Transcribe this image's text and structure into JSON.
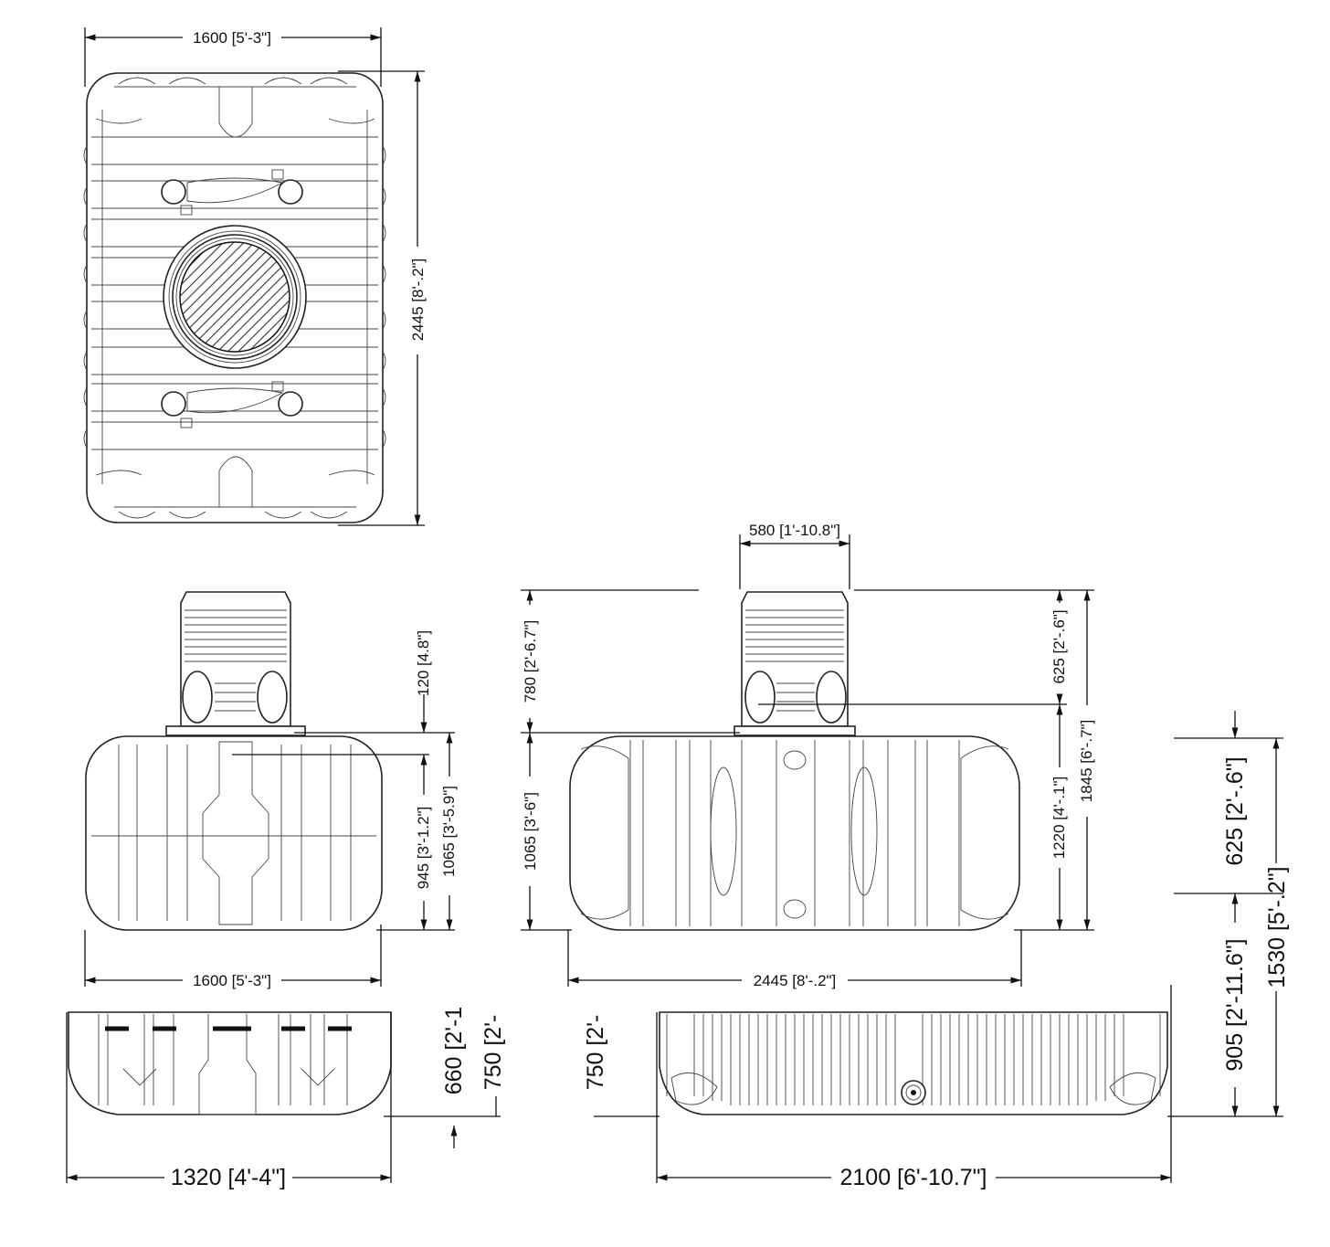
{
  "top_view": {
    "width_label": "1600 [5'-3\"]",
    "length_label": "2445 [8'-.2\"]"
  },
  "side_view": {
    "riser_label": "120 [4.8\"]",
    "inner_height_label": "945 [3'-1.2\"]",
    "body_height_label": "1065 [3'-5.9\"]",
    "width_label": "1600 [5'-3\"]"
  },
  "front_view": {
    "riser_diameter_label": "580 [1'-10.8\"]",
    "riser_height_label": "780 [2'-6.7\"]",
    "body_height_label": "1065 [3'-6\"]",
    "riser_lower_label": "625 [2'-.6\"]",
    "inlet_height_label": "1220 [4'-.1\"]",
    "total_height_label": "1845 [6'-.7\"]",
    "length_label": "2445 [8'-.2\"]"
  },
  "small_end_view": {
    "height_660_label": "660 [2'-1",
    "height_750_label": "750 [2'-",
    "width_label": "1320 [4'-4\"]"
  },
  "small_side_view": {
    "height_750_label": "750 [2'-",
    "width_label": "2100 [6'-10.7\"]",
    "height_625_label": "625 [2'-.6\"]",
    "height_905_label": "905 [2'-11.6\"]",
    "height_1530_label": "1530 [5'-.2\"]"
  }
}
